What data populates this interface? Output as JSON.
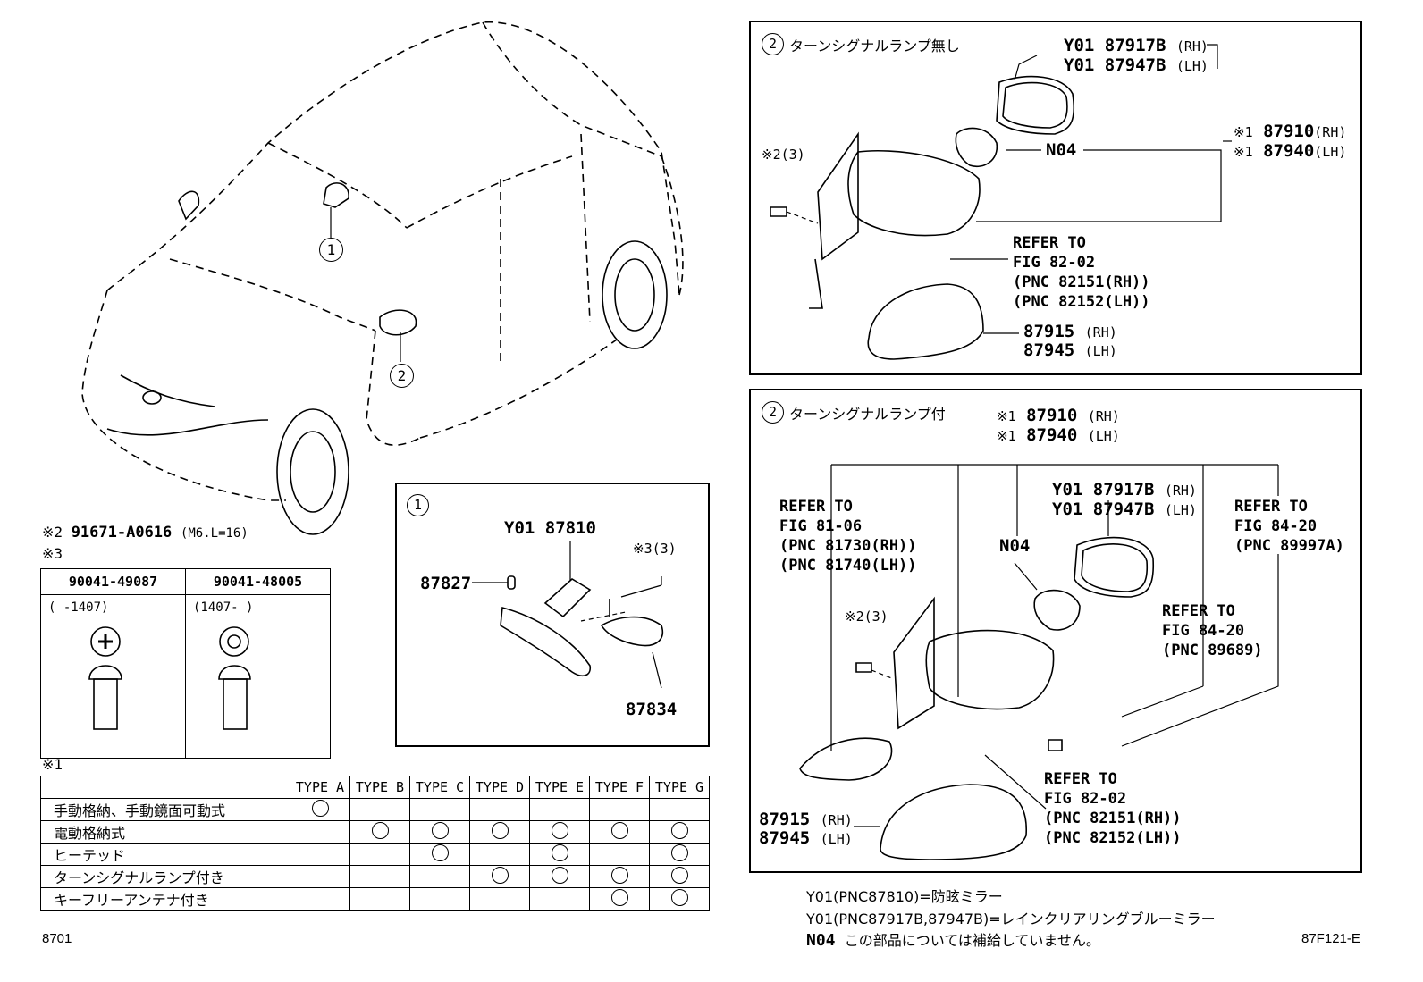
{
  "callouts": {
    "one": "1",
    "two": "2"
  },
  "detail1": {
    "number": "1",
    "part_mirror": "Y01 87810",
    "part_cap": "87827",
    "part_bracket": "87834",
    "note3": "※3(3)"
  },
  "bolt_note": {
    "mark": "※2",
    "part": "91671-A0616",
    "spec": "(M6.L=16)"
  },
  "note3_label": "※3",
  "bolts_table": {
    "cols": [
      {
        "part": "90041-49087",
        "range": "(    -1407)"
      },
      {
        "part": "90041-48005",
        "range": "(1407-    )"
      }
    ]
  },
  "note1_label": "※1",
  "type_table": {
    "headers": [
      "TYPE A",
      "TYPE B",
      "TYPE C",
      "TYPE D",
      "TYPE E",
      "TYPE F",
      "TYPE G"
    ],
    "rows": [
      {
        "label": "手動格納、手動鏡面可動式",
        "marks": [
          1,
          0,
          0,
          0,
          0,
          0,
          0
        ]
      },
      {
        "label": "電動格納式",
        "marks": [
          0,
          1,
          1,
          1,
          1,
          1,
          1
        ]
      },
      {
        "label": "ヒーテッド",
        "marks": [
          0,
          0,
          1,
          0,
          1,
          0,
          1
        ]
      },
      {
        "label": "ターンシグナルランプ付き",
        "marks": [
          0,
          0,
          0,
          1,
          1,
          1,
          1
        ]
      },
      {
        "label": "キーフリーアンテナ付き",
        "marks": [
          0,
          0,
          0,
          0,
          0,
          1,
          1
        ]
      }
    ]
  },
  "page_code": "8701",
  "panel_top": {
    "num": "2",
    "title": "ターンシグナルランプ無し",
    "glass_rh": "Y01 87917B",
    "glass_rh_side": "(RH)",
    "glass_lh": "Y01 87947B",
    "glass_lh_side": "(LH)",
    "assy_rh_mark": "※1",
    "assy_rh": "87910",
    "assy_rh_side": "(RH)",
    "assy_lh_mark": "※1",
    "assy_lh": "87940",
    "assy_lh_side": "(LH)",
    "n04": "N04",
    "screw": "※2(3)",
    "refer": [
      "REFER TO",
      "FIG 82-02",
      "(PNC 82151(RH))",
      "(PNC 82152(LH))"
    ],
    "cover_rh": "87915",
    "cover_rh_side": "(RH)",
    "cover_lh": "87945",
    "cover_lh_side": "(LH)"
  },
  "panel_bottom": {
    "num": "2",
    "title": "ターンシグナルランプ付",
    "assy_rh_mark": "※1",
    "assy_rh": "87910",
    "assy_rh_side": "(RH)",
    "assy_lh_mark": "※1",
    "assy_lh": "87940",
    "assy_lh_side": "(LH)",
    "refer_lamp": [
      "REFER TO",
      "FIG 81-06",
      "(PNC 81730(RH))",
      "(PNC 81740(LH))"
    ],
    "glass_rh": "Y01 87917B",
    "glass_rh_side": "(RH)",
    "glass_lh": "Y01 87947B",
    "glass_lh_side": "(LH)",
    "refer_antenna": [
      "REFER TO",
      "FIG 84-20",
      "(PNC 89997A)"
    ],
    "n04": "N04",
    "screw": "※2(3)",
    "refer_sensor": [
      "REFER TO",
      "FIG 84-20",
      "(PNC 89689)"
    ],
    "refer_harness": [
      "REFER TO",
      "FIG 82-02",
      "(PNC 82151(RH))",
      "(PNC 82152(LH))"
    ],
    "cover_rh": "87915",
    "cover_rh_side": "(RH)",
    "cover_lh": "87945",
    "cover_lh_side": "(LH)"
  },
  "footnotes": {
    "line1": "Y01(PNC87810)=防眩ミラー",
    "line2": "Y01(PNC87917B,87947B)=レインクリアリングブルーミラー",
    "line3_code": "N04",
    "line3_text": "この部品については補給していません。"
  },
  "figure_code": "87F121-E"
}
